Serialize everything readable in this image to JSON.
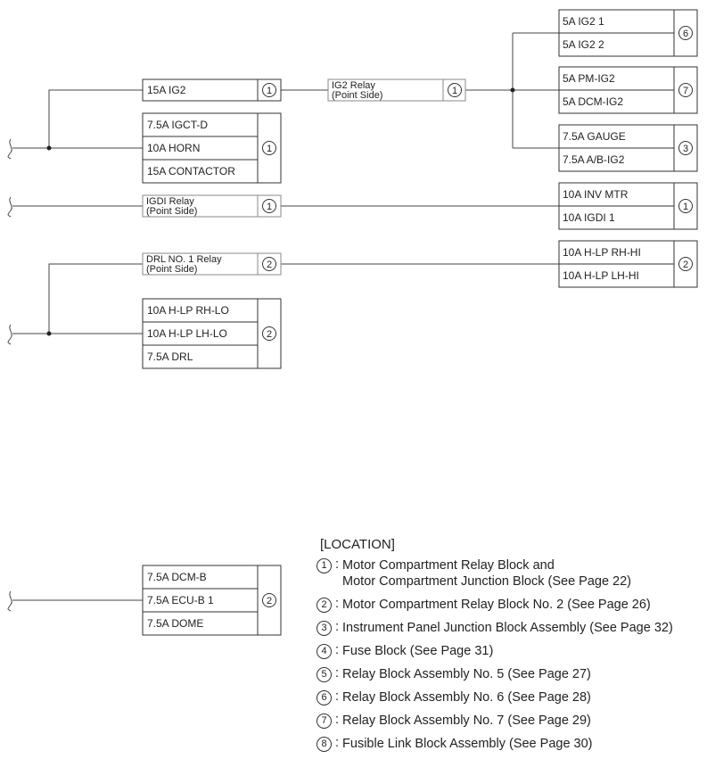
{
  "left_column": {
    "ig2_fuse": {
      "label": "15A IG2",
      "num": "1"
    },
    "block_1": {
      "labels": [
        "7.5A IGCT-D",
        "10A HORN",
        "15A CONTACTOR"
      ],
      "num": "1"
    },
    "igdi_relay": {
      "line1": "IGDI Relay",
      "line2": "(Point Side)",
      "num": "1"
    },
    "drl_relay": {
      "line1": "DRL NO. 1 Relay",
      "line2": "(Point Side)",
      "num": "2"
    },
    "block_2": {
      "labels": [
        "10A H-LP RH-LO",
        "10A H-LP LH-LO",
        "7.5A DRL"
      ],
      "num": "2"
    },
    "block_3": {
      "labels": [
        "7.5A DCM-B",
        "7.5A ECU-B 1",
        "7.5A DOME"
      ],
      "num": "2"
    }
  },
  "middle": {
    "ig2_relay": {
      "line1": "IG2 Relay",
      "line2": "(Point Side)",
      "num": "1"
    }
  },
  "right_column": {
    "r1": {
      "labels": [
        "5A IG2 1",
        "5A IG2 2"
      ],
      "num": "6"
    },
    "r2": {
      "labels": [
        "5A PM-IG2",
        "5A DCM-IG2"
      ],
      "num": "7"
    },
    "r3": {
      "labels": [
        "7.5A GAUGE",
        "7.5A A/B-IG2"
      ],
      "num": "3"
    },
    "r4": {
      "labels": [
        "10A INV MTR",
        "10A IGDI 1"
      ],
      "num": "1"
    },
    "r5": {
      "labels": [
        "10A H-LP RH-HI",
        "10A H-LP LH-HI"
      ],
      "num": "2"
    }
  },
  "location": {
    "title": "[LOCATION]",
    "items": [
      {
        "num": "1",
        "text": "Motor Compartment Relay Block and",
        "text2": "Motor Compartment Junction Block (See Page 22)"
      },
      {
        "num": "2",
        "text": "Motor Compartment Relay Block No. 2 (See Page 26)"
      },
      {
        "num": "3",
        "text": "Instrument Panel Junction Block Assembly (See Page 32)"
      },
      {
        "num": "4",
        "text": "Fuse Block (See Page 31)"
      },
      {
        "num": "5",
        "text": "Relay Block Assembly No. 5 (See Page 27)"
      },
      {
        "num": "6",
        "text": "Relay Block Assembly No. 6 (See Page 28)"
      },
      {
        "num": "7",
        "text": "Relay Block Assembly No. 7 (See Page 29)"
      },
      {
        "num": "8",
        "text": "Fusible Link Block Assembly (See Page 30)"
      }
    ]
  }
}
